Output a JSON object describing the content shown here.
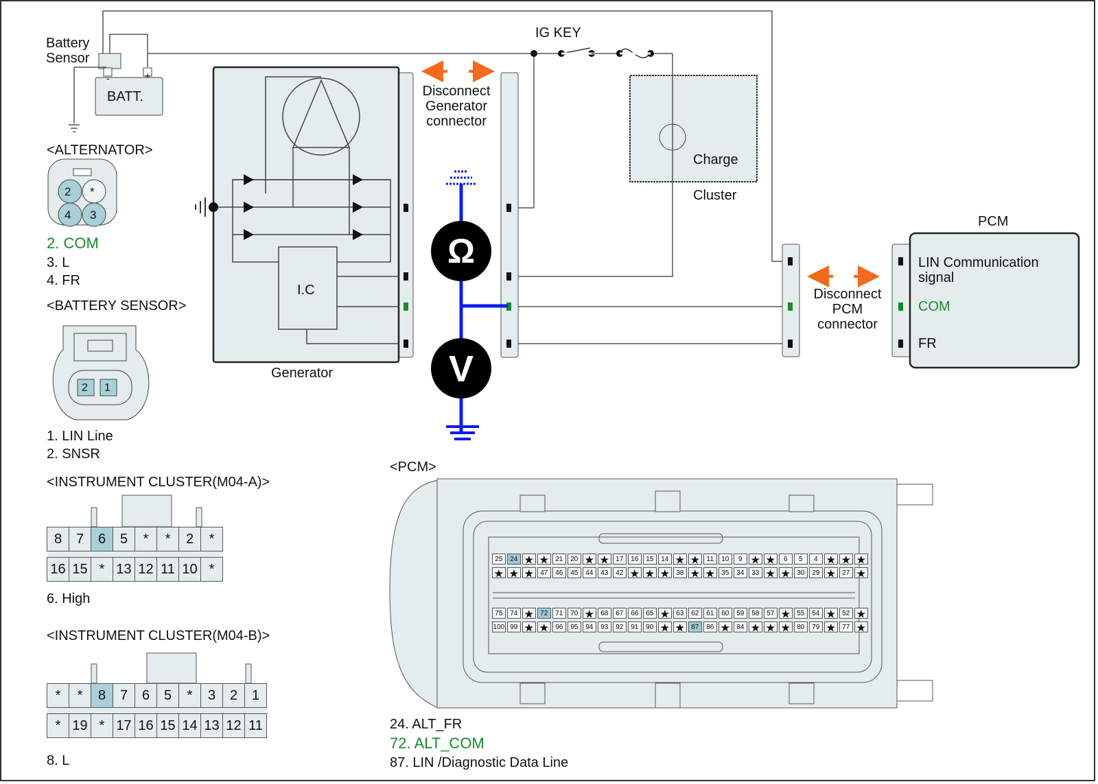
{
  "title": "Charging system LIN communication circuit",
  "battery": {
    "sensor_label_1": "Battery",
    "sensor_label_2": "Sensor",
    "batt_label": "BATT.",
    "neg": "-",
    "pos": "+"
  },
  "ig_key_label": "IG KEY",
  "generator": {
    "label": "Generator",
    "ic_label": "I.C"
  },
  "disconnect_generator": {
    "line1": "Disconnect",
    "line2": "Generator",
    "line3": "connector"
  },
  "disconnect_pcm": {
    "line1": "Disconnect",
    "line2": "PCM",
    "line3": "connector"
  },
  "cluster": {
    "charge_label": "Charge",
    "cluster_label": "Cluster"
  },
  "meters": {
    "ohm": "Ω",
    "volt": "V"
  },
  "pcm_block": {
    "title": "PCM",
    "lin_line1": "LIN Communication",
    "lin_line2": "signal",
    "com": "COM",
    "fr": "FR"
  },
  "alternator_connector": {
    "title": "<ALTERNATOR>",
    "pins": [
      "2",
      "*",
      "4",
      "3"
    ],
    "legend": [
      {
        "text": "2. COM",
        "highlight": true
      },
      {
        "text": "3. L",
        "highlight": false
      },
      {
        "text": "4. FR",
        "highlight": false
      }
    ]
  },
  "battery_sensor_connector": {
    "title": "<BATTERY SENSOR>",
    "pins": [
      "2",
      "1"
    ],
    "legend": [
      "1. LIN Line",
      "2. SNSR"
    ]
  },
  "cluster_m04a": {
    "title": "<INSTRUMENT CLUSTER(M04-A)>",
    "row1": [
      "8",
      "7",
      "6",
      "5",
      "*",
      "*",
      "2",
      "*"
    ],
    "row2": [
      "16",
      "15",
      "*",
      "13",
      "12",
      "11",
      "10",
      "*"
    ],
    "highlight": "6",
    "legend": "6. High"
  },
  "cluster_m04b": {
    "title": "<INSTRUMENT CLUSTER(M04-B)>",
    "row1": [
      "*",
      "*",
      "8",
      "7",
      "6",
      "5",
      "*",
      "3",
      "2",
      "1"
    ],
    "row2": [
      "*",
      "19",
      "*",
      "17",
      "16",
      "15",
      "14",
      "13",
      "12",
      "11"
    ],
    "highlight": "8",
    "legend": "8. L"
  },
  "pcm_connector": {
    "title": "<PCM>",
    "row1": [
      "25",
      "24",
      "*",
      "*",
      "21",
      "20",
      "*",
      "*",
      "17",
      "16",
      "15",
      "14",
      "*",
      "*",
      "11",
      "10",
      "9",
      "*",
      "*",
      "6",
      "5",
      "4",
      "*",
      "*",
      "*"
    ],
    "row2": [
      "*",
      "*",
      "*",
      "47",
      "46",
      "45",
      "44",
      "43",
      "42",
      "*",
      "*",
      "*",
      "38",
      "*",
      "*",
      "35",
      "34",
      "33",
      "*",
      "*",
      "30",
      "29",
      "*",
      "27",
      "*"
    ],
    "row3": [
      "75",
      "74",
      "*",
      "72",
      "71",
      "70",
      "*",
      "68",
      "67",
      "66",
      "65",
      "*",
      "63",
      "62",
      "61",
      "60",
      "59",
      "58",
      "57",
      "*",
      "55",
      "54",
      "*",
      "52",
      "*"
    ],
    "row4": [
      "100",
      "99",
      "*",
      "*",
      "96",
      "95",
      "94",
      "93",
      "92",
      "91",
      "90",
      "*",
      "*",
      "87",
      "86",
      "*",
      "84",
      "*",
      "*",
      "*",
      "80",
      "79",
      "*",
      "77",
      "*"
    ],
    "highlight": [
      "24",
      "72",
      "87"
    ],
    "legend": [
      {
        "text": "24. ALT_FR",
        "highlight": false
      },
      {
        "text": "72. ALT_COM",
        "highlight": true
      },
      {
        "text": "87. LIN /Diagnostic Data Line",
        "highlight": false
      }
    ]
  },
  "colors": {
    "highlight_green": "#1a8a2a",
    "meter_lead_blue": "#0a1ee6",
    "arrow_orange": "#f26a1b",
    "pin_highlight": "#a9d0d9",
    "panel_fill": "#e4ecee"
  }
}
